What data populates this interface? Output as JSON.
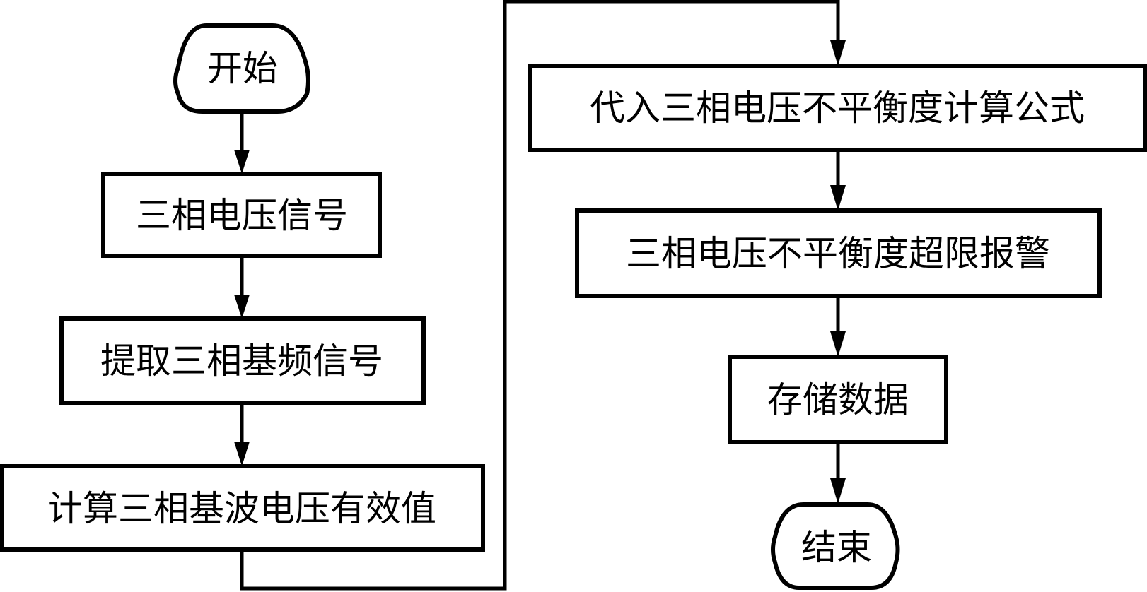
{
  "diagram": {
    "type": "flowchart",
    "nodes": [
      {
        "id": "start",
        "shape": "terminal",
        "label": "开始"
      },
      {
        "id": "n1",
        "shape": "process",
        "label": "三相电压信号"
      },
      {
        "id": "n2",
        "shape": "process",
        "label": "提取三相基频信号"
      },
      {
        "id": "n3",
        "shape": "process",
        "label": "计算三相基波电压有效值"
      },
      {
        "id": "n4",
        "shape": "process",
        "label": "代入三相电压不平衡度计算公式"
      },
      {
        "id": "n5",
        "shape": "process",
        "label": "三相电压不平衡度超限报警"
      },
      {
        "id": "n6",
        "shape": "process",
        "label": "存储数据"
      },
      {
        "id": "end",
        "shape": "terminal",
        "label": "结束"
      }
    ],
    "edges": [
      {
        "from": "start",
        "to": "n1"
      },
      {
        "from": "n1",
        "to": "n2"
      },
      {
        "from": "n2",
        "to": "n3"
      },
      {
        "from": "n3",
        "to": "n4"
      },
      {
        "from": "n4",
        "to": "n5"
      },
      {
        "from": "n5",
        "to": "n6"
      },
      {
        "from": "n6",
        "to": "end"
      }
    ],
    "colors": {
      "stroke": "#000000",
      "fill": "#ffffff",
      "text": "#000000"
    }
  }
}
